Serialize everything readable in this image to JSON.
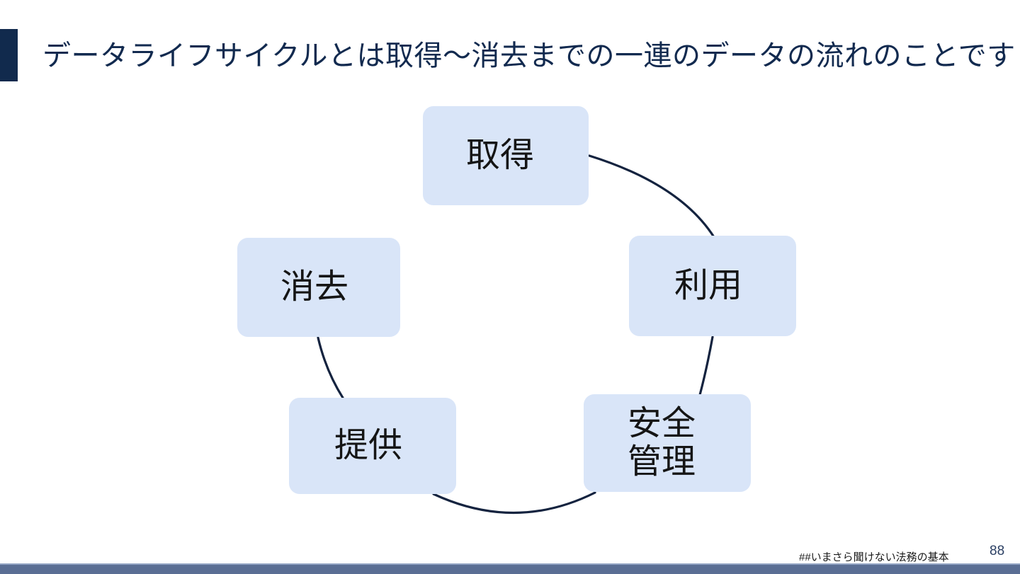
{
  "slide": {
    "title": "データライフサイクルとは取得〜消去までの一連のデータの流れのことです",
    "accent_color": "#112a4d",
    "title_color": "#122a4f",
    "background_color": "#ffffff"
  },
  "diagram": {
    "type": "cycle",
    "node_fill_color": "#d9e5f8",
    "arc_color": "#14233f",
    "nodes": [
      {
        "id": "shutoku",
        "label": "取得"
      },
      {
        "id": "riyou",
        "label": "利用"
      },
      {
        "id": "anzen",
        "label": "安全\n管理"
      },
      {
        "id": "teikyou",
        "label": "提供"
      },
      {
        "id": "shoukyo",
        "label": "消去"
      }
    ]
  },
  "footer": {
    "note": "##いまさら聞けない法務の基本",
    "page_number": "88",
    "bar_color": "#5a6e94"
  }
}
